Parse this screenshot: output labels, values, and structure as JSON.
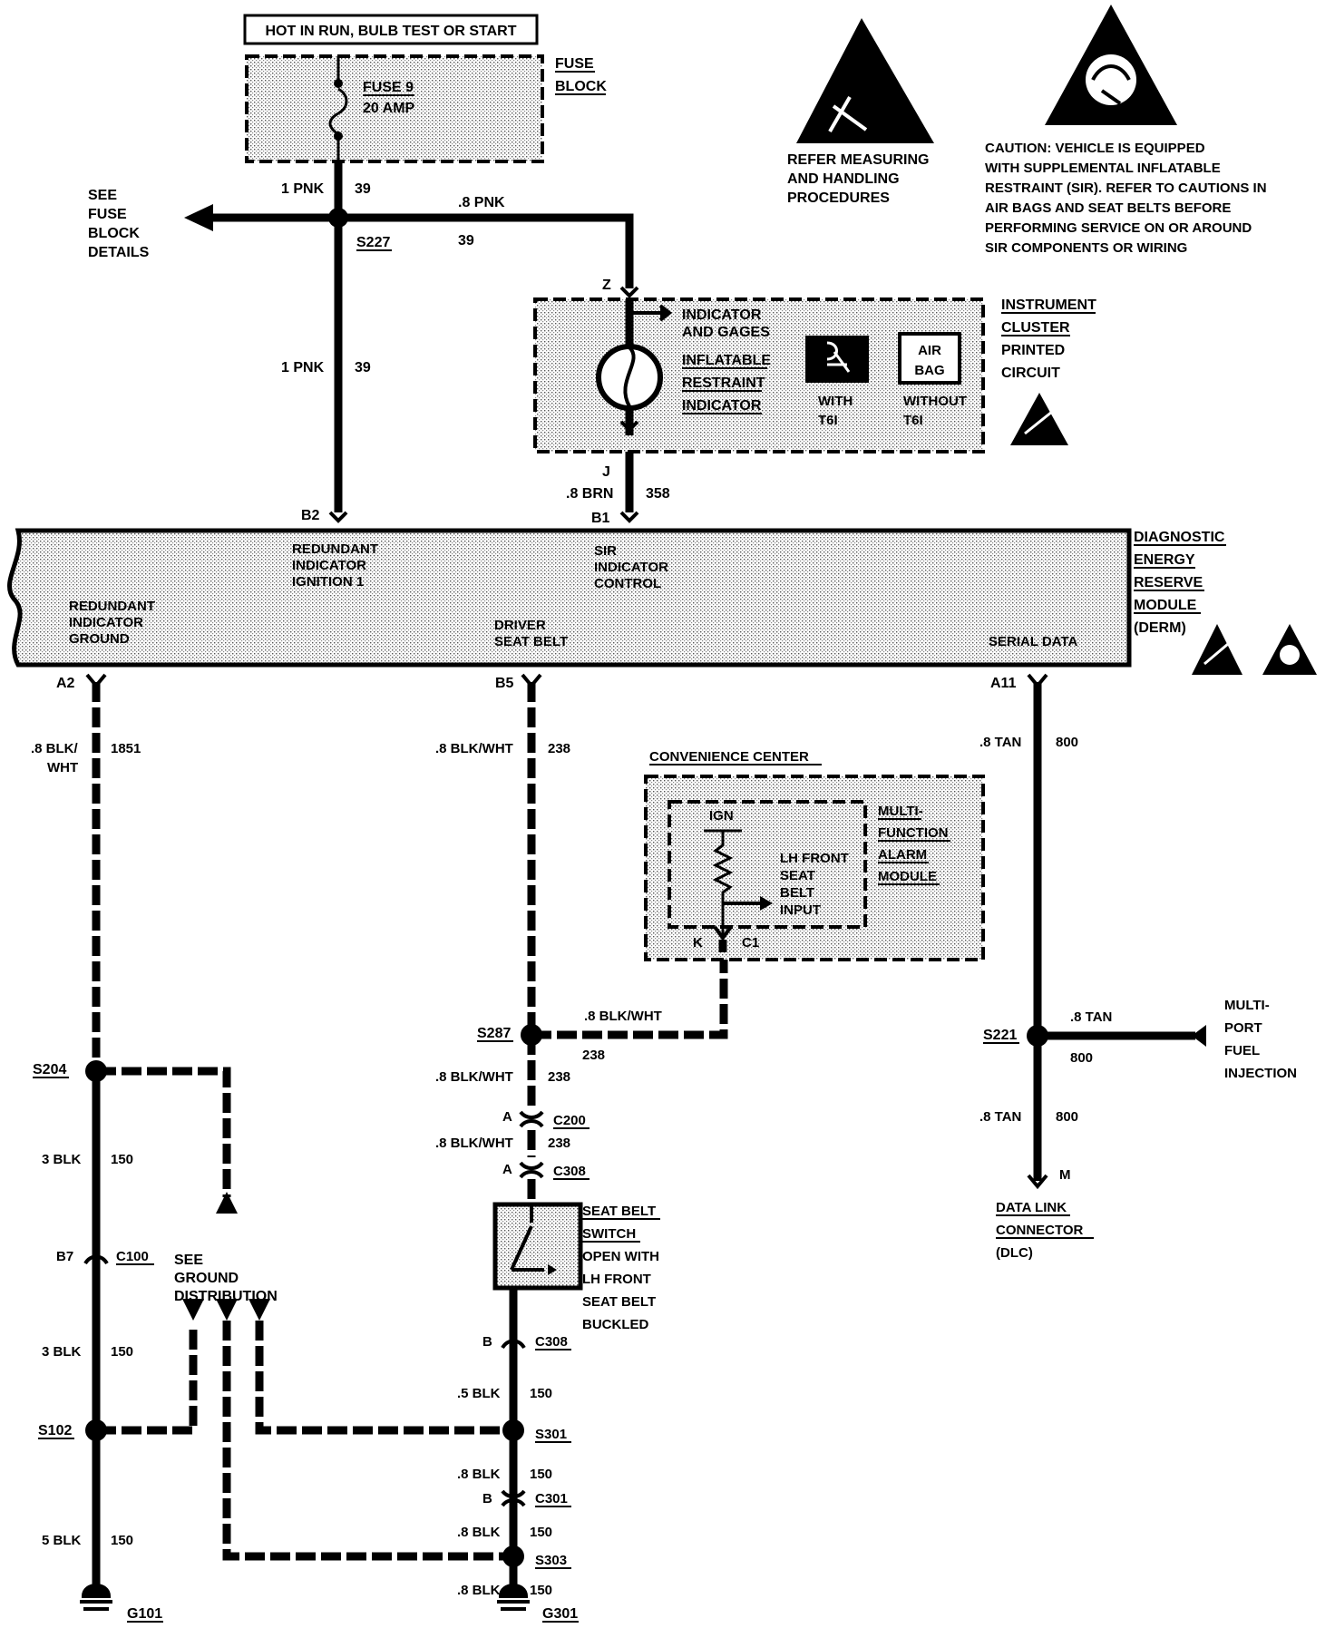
{
  "power": {
    "header": "HOT IN RUN, BULB TEST OR START",
    "fuse": "FUSE 9",
    "amp": "20 AMP",
    "block1": "FUSE",
    "block2": "BLOCK"
  },
  "see_fuse": [
    "SEE",
    "FUSE",
    "BLOCK",
    "DETAILS"
  ],
  "wires": {
    "pnk1": "1 PNK",
    "c39": "39",
    "pnk8": ".8 PNK",
    "s227": "S227",
    "brn": ".8 BRN",
    "c358": "358",
    "blkwht": ".8 BLK/",
    "wht": "WHT",
    "c1851": "1851",
    "bw": ".8 BLK/WHT",
    "c238": "238",
    "tan": ".8 TAN",
    "c800": "800",
    "blk3": "3 BLK",
    "blk5": "5 BLK",
    "blk_5": ".5 BLK",
    "blk8": ".8 BLK",
    "c150": "150"
  },
  "pins": {
    "z": "Z",
    "j": "J",
    "b2": "B2",
    "b1": "B1",
    "a2": "A2",
    "b5": "B5",
    "a11": "A11",
    "k": "K",
    "c1": "C1",
    "a": "A",
    "b": "B",
    "b7": "B7",
    "m": "M"
  },
  "splices": {
    "s204": "S204",
    "s102": "S102",
    "s287": "S287",
    "s221": "S221",
    "s301": "S301",
    "s303": "S303",
    "c100": "C100",
    "c200": "C200",
    "c308": "C308",
    "c301": "C301",
    "g101": "G101",
    "g301": "G301"
  },
  "cluster": {
    "ind1": "INDICATOR",
    "ind2": "AND GAGES",
    "inf1": "INFLATABLE",
    "inf2": "RESTRAINT",
    "inf3": "INDICATOR",
    "with": "WITH",
    "without": "WITHOUT",
    "t6i": "T6I",
    "air": "AIR",
    "bag": "BAG",
    "name": [
      "INSTRUMENT",
      "CLUSTER",
      "PRINTED",
      "CIRCUIT"
    ]
  },
  "derm": {
    "r_ign": [
      "REDUNDANT",
      "INDICATOR",
      "IGNITION 1"
    ],
    "sir": [
      "SIR",
      "INDICATOR",
      "CONTROL"
    ],
    "r_gnd": [
      "REDUNDANT",
      "INDICATOR",
      "GROUND"
    ],
    "driver": [
      "DRIVER",
      "SEAT BELT"
    ],
    "serial": "SERIAL DATA",
    "name": [
      "DIAGNOSTIC",
      "ENERGY",
      "RESERVE",
      "MODULE",
      "(DERM)"
    ]
  },
  "refer": [
    "REFER MEASURING",
    "AND HANDLING",
    "PROCEDURES"
  ],
  "caution": [
    "CAUTION: VEHICLE IS EQUIPPED",
    "WITH SUPPLEMENTAL INFLATABLE",
    "RESTRAINT (SIR). REFER TO CAUTIONS IN",
    "AIR BAGS AND SEAT BELTS BEFORE",
    "PERFORMING SERVICE ON OR AROUND",
    "SIR COMPONENTS OR WIRING"
  ],
  "conv": {
    "title": "CONVENIENCE CENTER",
    "ign": "IGN",
    "lh": [
      "LH FRONT",
      "SEAT",
      "BELT",
      "INPUT"
    ],
    "mod": [
      "MULTI-",
      "FUNCTION",
      "ALARM",
      "MODULE"
    ]
  },
  "mpfi": [
    "MULTI-",
    "PORT",
    "FUEL",
    "INJECTION"
  ],
  "dlc": [
    "DATA LINK",
    "CONNECTOR",
    "(DLC)"
  ],
  "gnd": [
    "SEE",
    "GROUND",
    "DISTRIBUTION"
  ],
  "switch": [
    "SEAT BELT",
    "SWITCH",
    "OPEN WITH",
    "LH FRONT",
    "SEAT BELT",
    "BUCKLED"
  ]
}
